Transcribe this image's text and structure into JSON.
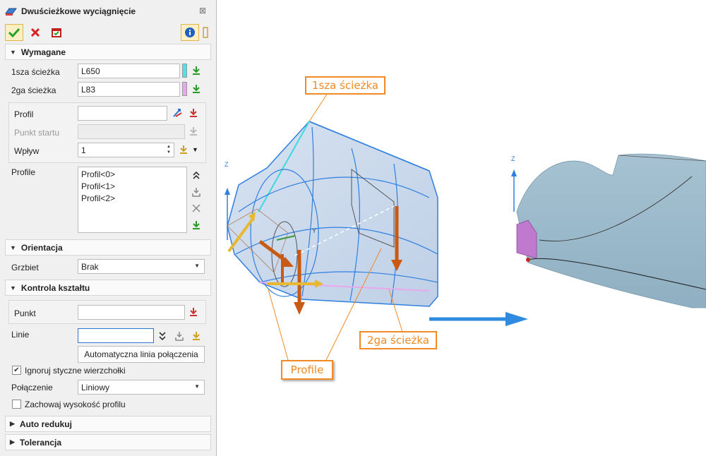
{
  "dialog": {
    "title": "Dwuścieżkowe wyciągnięcie",
    "close_glyph": "⊠"
  },
  "toolbar": {
    "ok_icon": "checkmark-icon",
    "cancel_icon": "x-icon",
    "apply_icon": "apply-icon",
    "info_icon": "info-icon"
  },
  "sections": {
    "required": {
      "title": "Wymagane",
      "path1_label": "1sza ścieżka",
      "path1_value": "L650",
      "path1_color": "#4fe0e8",
      "path2_label": "2ga ścieżka",
      "path2_value": "L83",
      "path2_color": "#e8a8ee",
      "profile_label": "Profil",
      "profile_value": "",
      "start_point_label": "Punkt startu",
      "start_point_value": "",
      "influence_label": "Wpływ",
      "influence_value": "1",
      "profiles_label": "Profile",
      "profiles_list": [
        "Profil<0>",
        "Profil<1>",
        "Profil<2>"
      ]
    },
    "orientation": {
      "title": "Orientacja",
      "spine_label": "Grzbiet",
      "spine_value": "Brak"
    },
    "shape_control": {
      "title": "Kontrola kształtu",
      "point_label": "Punkt",
      "point_value": "",
      "lines_label": "Linie",
      "lines_value": "",
      "auto_button": "Automatyczna linia połączenia",
      "ignore_tangent_label": "Ignoruj styczne wierzchołki",
      "ignore_tangent_checked": true,
      "connection_label": "Połączenie",
      "connection_value": "Liniowy",
      "keep_height_label": "Zachowaj wysokość profilu",
      "keep_height_checked": false
    },
    "auto_reduce": {
      "title": "Auto redukuj"
    },
    "tolerance": {
      "title": "Tolerancja"
    }
  },
  "viewport": {
    "callout_path1": "1sza ścieżka",
    "callout_path2": "2ga ścieżka",
    "callout_profile": "Profile",
    "axis_label_z": "Z",
    "axis_label_y": "Y",
    "accent_orange": "#f08a24",
    "arrow_blue": "#2f8be0"
  }
}
